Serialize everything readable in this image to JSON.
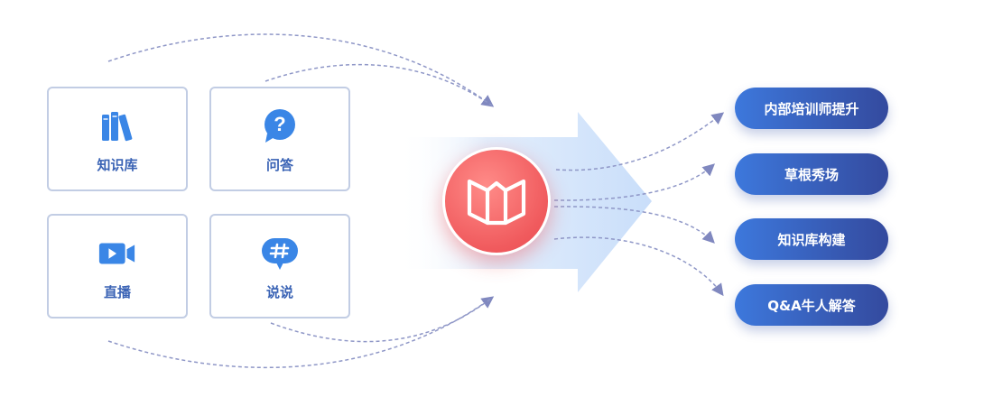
{
  "sources": {
    "knowledge_base": {
      "label": "知识库",
      "icon": "books-icon"
    },
    "qa": {
      "label": "问答",
      "icon": "question-bubble-icon"
    },
    "live": {
      "label": "直播",
      "icon": "video-camera-icon"
    },
    "talk": {
      "label": "说说",
      "icon": "hashtag-bubble-icon"
    }
  },
  "hub": {
    "icon": "book-logo-icon"
  },
  "outputs": [
    {
      "label": "内部培训师提升"
    },
    {
      "label": "草根秀场"
    },
    {
      "label": "知识库构建"
    },
    {
      "label": "Q&A牛人解答"
    }
  ],
  "colors": {
    "card_border": "#c2cde4",
    "source_label": "#3a63b5",
    "source_icon": "#3a86e6",
    "hub": "#f05a5d",
    "pill_start": "#3d78dc",
    "pill_end": "#344a9e",
    "flow_arrow": "#c9defa",
    "connector": "#8f97c7"
  }
}
